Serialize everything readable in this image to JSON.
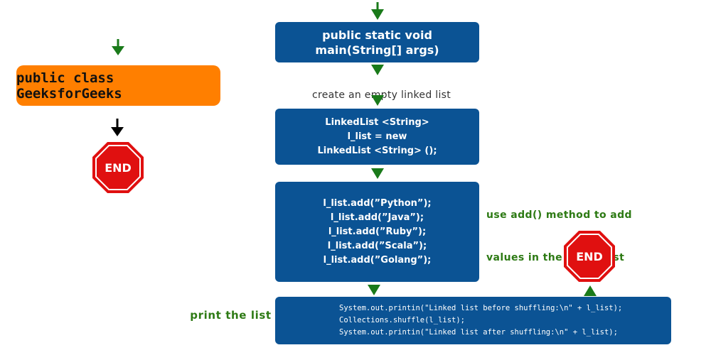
{
  "colors": {
    "box_fill": "#0b5394",
    "class_box_fill": "#ff7f00",
    "stop_fill": "#e01010",
    "arrow_green": "#1a7a1a",
    "arrow_black": "#000000",
    "green_text": "#2d7a14",
    "dark_text": "#333333"
  },
  "class_block": {
    "label": "public class GeeksforGeeks",
    "end_label": "END"
  },
  "main_method": {
    "lines": [
      "public static void",
      "main(String[] args)"
    ]
  },
  "step_create": {
    "caption": "create an empty linked list"
  },
  "linked_list_box": {
    "lines": [
      "LinkedList <String>",
      "l_list = new",
      "LinkedList <String> ();"
    ]
  },
  "add_box": {
    "caption_lines": [
      "use add() method to add",
      "values in the linked list"
    ],
    "lines": [
      "l_list.add(”Python”);",
      "l_list.add(”Java”);",
      "l_list.add(”Ruby”);",
      "l_list.add(”Scala”);",
      "l_list.add(”Golang”);"
    ]
  },
  "print_box": {
    "caption": "print the list",
    "lines": [
      "System.out.printin(\"Linked list before shuffling:\\n\" + l_list);",
      "Collections.shuffle(l_list);",
      "System.out.printin(\"Linked list after shuffling:\\n\" + l_list);"
    ]
  },
  "main_end": {
    "label": "END"
  }
}
